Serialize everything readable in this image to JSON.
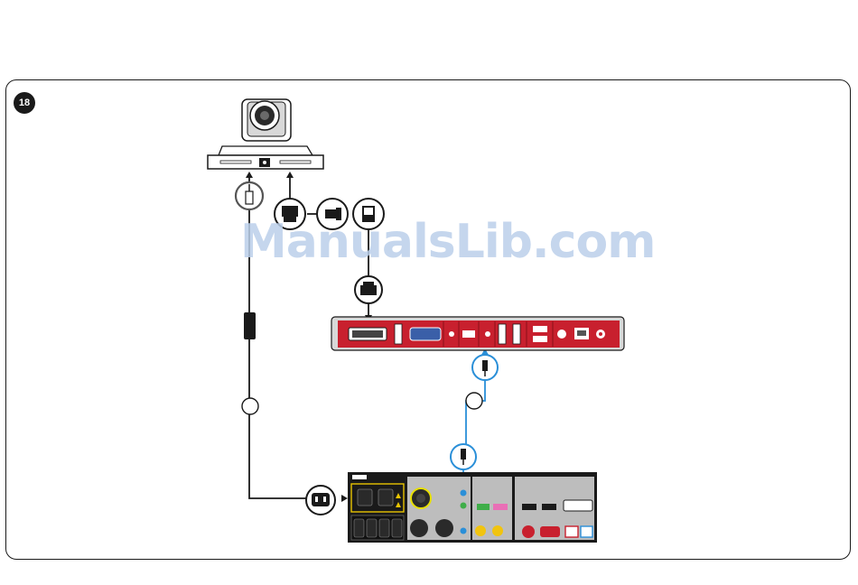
{
  "step": {
    "number": "18"
  },
  "watermark": {
    "text": "ManualsLib.com"
  },
  "colors": {
    "codec_red": "#c8202e",
    "codec_dark": "#1a1a1a",
    "audio_cable_blue": "#2a8fd8",
    "line_black": "#1a1a1a",
    "panel_outline_yellow": "#e8c400",
    "watermark_blue": "#bcd0ea"
  },
  "devices": {
    "camera": {
      "icon": "ptz-camera-icon"
    },
    "codec": {
      "icon": "codec-unit-red"
    },
    "panel": {
      "icon": "rear-panel-dark",
      "logo_text": "SX80"
    }
  },
  "connectors": [
    {
      "icon": "dc-power-plug-icon"
    },
    {
      "icon": "vga-connector-icon"
    },
    {
      "icon": "hdmi-connector-icon"
    },
    {
      "icon": "rj45-connector-icon"
    },
    {
      "icon": "rj45-connector-icon"
    },
    {
      "icon": "audio-jack-icon"
    },
    {
      "icon": "audio-jack-icon"
    },
    {
      "icon": "iec-power-socket-icon"
    }
  ]
}
